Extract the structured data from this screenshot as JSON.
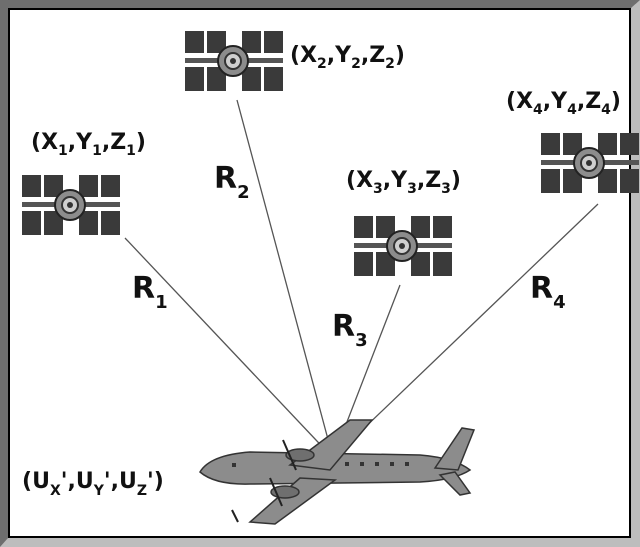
{
  "satellites": [
    {
      "base": "X",
      "sub": "1",
      "parts": [
        [
          "X",
          "1"
        ],
        [
          "Y",
          "1"
        ],
        [
          "Z",
          "1"
        ]
      ]
    },
    {
      "parts": [
        [
          "X",
          "2"
        ],
        [
          "Y",
          "2"
        ],
        [
          "Z",
          "2"
        ]
      ]
    },
    {
      "parts": [
        [
          "X",
          "3"
        ],
        [
          "Y",
          "3"
        ],
        [
          "Z",
          "3"
        ]
      ]
    },
    {
      "parts": [
        [
          "X",
          "4"
        ],
        [
          "Y",
          "4"
        ],
        [
          "Z",
          "4"
        ]
      ]
    }
  ],
  "ranges": [
    {
      "base": "R",
      "sub": "1"
    },
    {
      "base": "R",
      "sub": "2"
    },
    {
      "base": "R",
      "sub": "3"
    },
    {
      "base": "R",
      "sub": "4"
    }
  ],
  "receiver": {
    "parts": [
      [
        "U",
        "X"
      ],
      [
        "U",
        "Y"
      ],
      [
        "U",
        "Z"
      ]
    ],
    "prime": "'"
  },
  "punct": {
    "open": "(",
    "close": ")",
    "comma": ","
  },
  "colors": {
    "line": "#555555",
    "satellite_dark": "#2f2f2f",
    "satellite_mid": "#7a7a7a",
    "plane": "#8a8a8a"
  }
}
